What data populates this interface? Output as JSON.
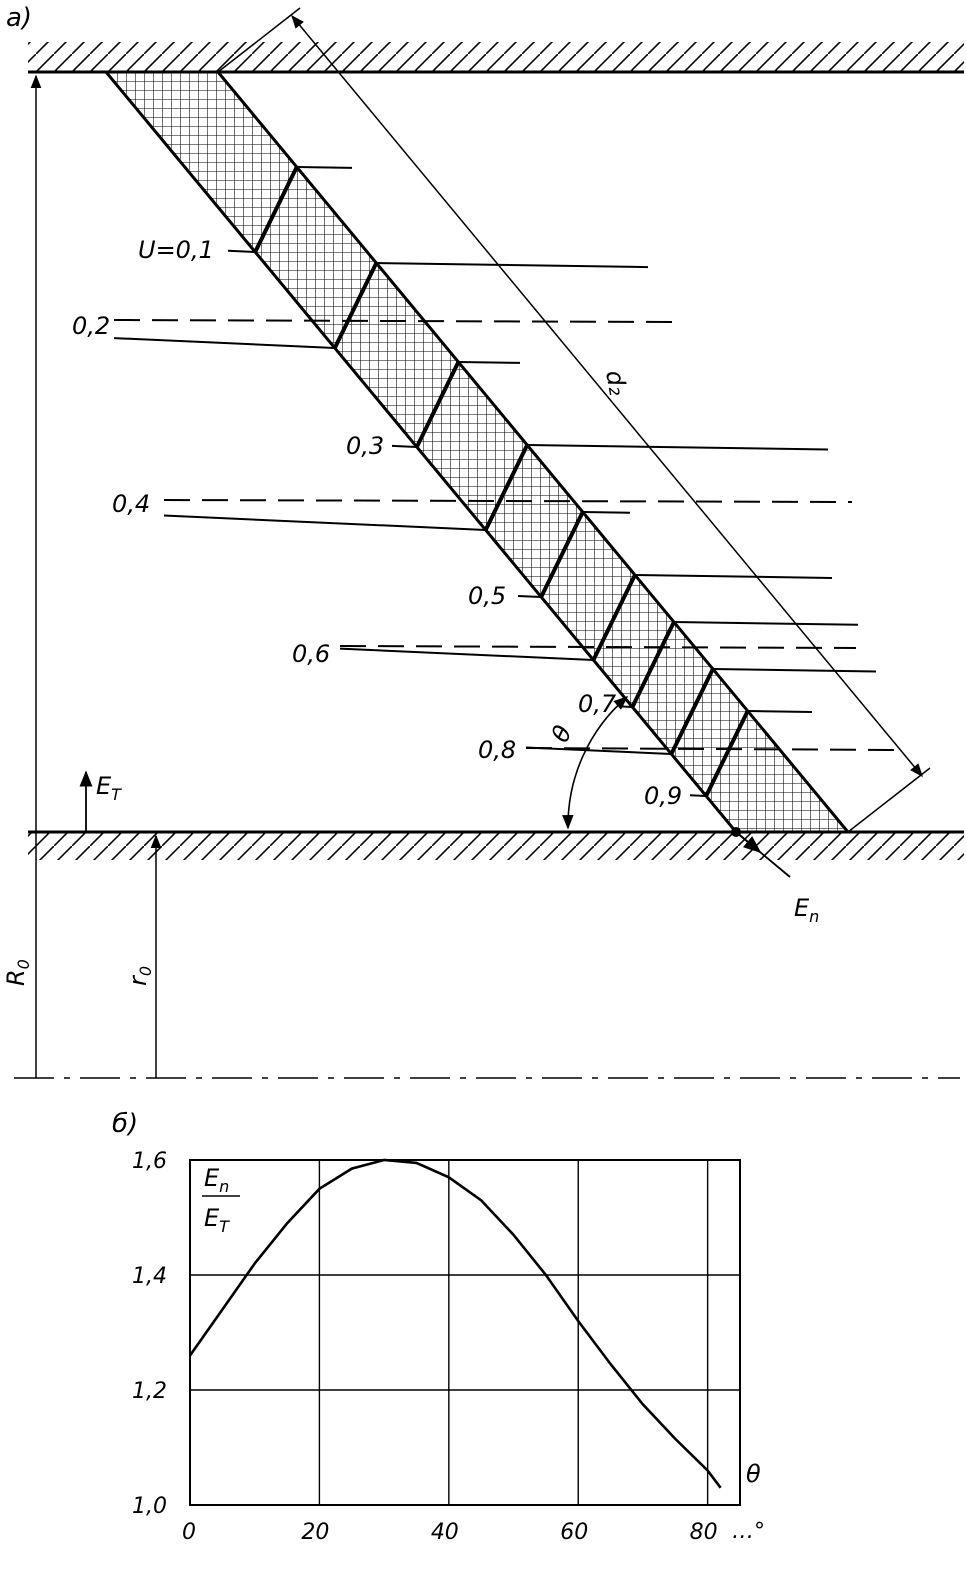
{
  "panel_a": {
    "label": "a)",
    "thickness_label": "d₂",
    "angle_label": "θ",
    "field_tangential": "E",
    "field_tangential_sub": "T",
    "field_normal": "E",
    "field_normal_sub": "n",
    "outer_radius": "R",
    "outer_radius_sub": "0",
    "inner_radius": "r",
    "inner_radius_sub": "0",
    "equipotentials": [
      {
        "u": 0.1,
        "text": "U=0,1"
      },
      {
        "u": 0.2,
        "text": "0,2"
      },
      {
        "u": 0.3,
        "text": "0,3"
      },
      {
        "u": 0.4,
        "text": "0,4"
      },
      {
        "u": 0.5,
        "text": "0,5"
      },
      {
        "u": 0.6,
        "text": "0,6"
      },
      {
        "u": 0.7,
        "text": "0,7"
      },
      {
        "u": 0.8,
        "text": "0,8"
      },
      {
        "u": 0.9,
        "text": "0,9"
      }
    ]
  },
  "panel_b": {
    "label": "б)",
    "y_label_num": "E",
    "y_label_num_sub": "n",
    "y_label_den": "E",
    "y_label_den_sub": "T",
    "x_label": "θ",
    "x_unit": "…°"
  },
  "chart_data": {
    "type": "line",
    "title": "",
    "xlabel": "θ",
    "ylabel": "E_n / E_T",
    "xlim": [
      0,
      85
    ],
    "ylim": [
      1.0,
      1.6
    ],
    "grid": true,
    "x_ticks": [
      0,
      20,
      40,
      60,
      80
    ],
    "x_tick_labels": [
      "0",
      "20",
      "40",
      "60",
      "80"
    ],
    "y_ticks": [
      1.0,
      1.2,
      1.4,
      1.6
    ],
    "y_tick_labels": [
      "1,0",
      "1,2",
      "1,4",
      "1,6"
    ],
    "series": [
      {
        "x": [
          0,
          5,
          10,
          15,
          20,
          25,
          30,
          35,
          40,
          45,
          50,
          55,
          60,
          65,
          70,
          75,
          80,
          82
        ],
        "y": [
          1.26,
          1.34,
          1.42,
          1.49,
          1.55,
          1.585,
          1.6,
          1.595,
          1.57,
          1.53,
          1.47,
          1.4,
          1.32,
          1.245,
          1.175,
          1.115,
          1.06,
          1.03
        ]
      }
    ]
  }
}
